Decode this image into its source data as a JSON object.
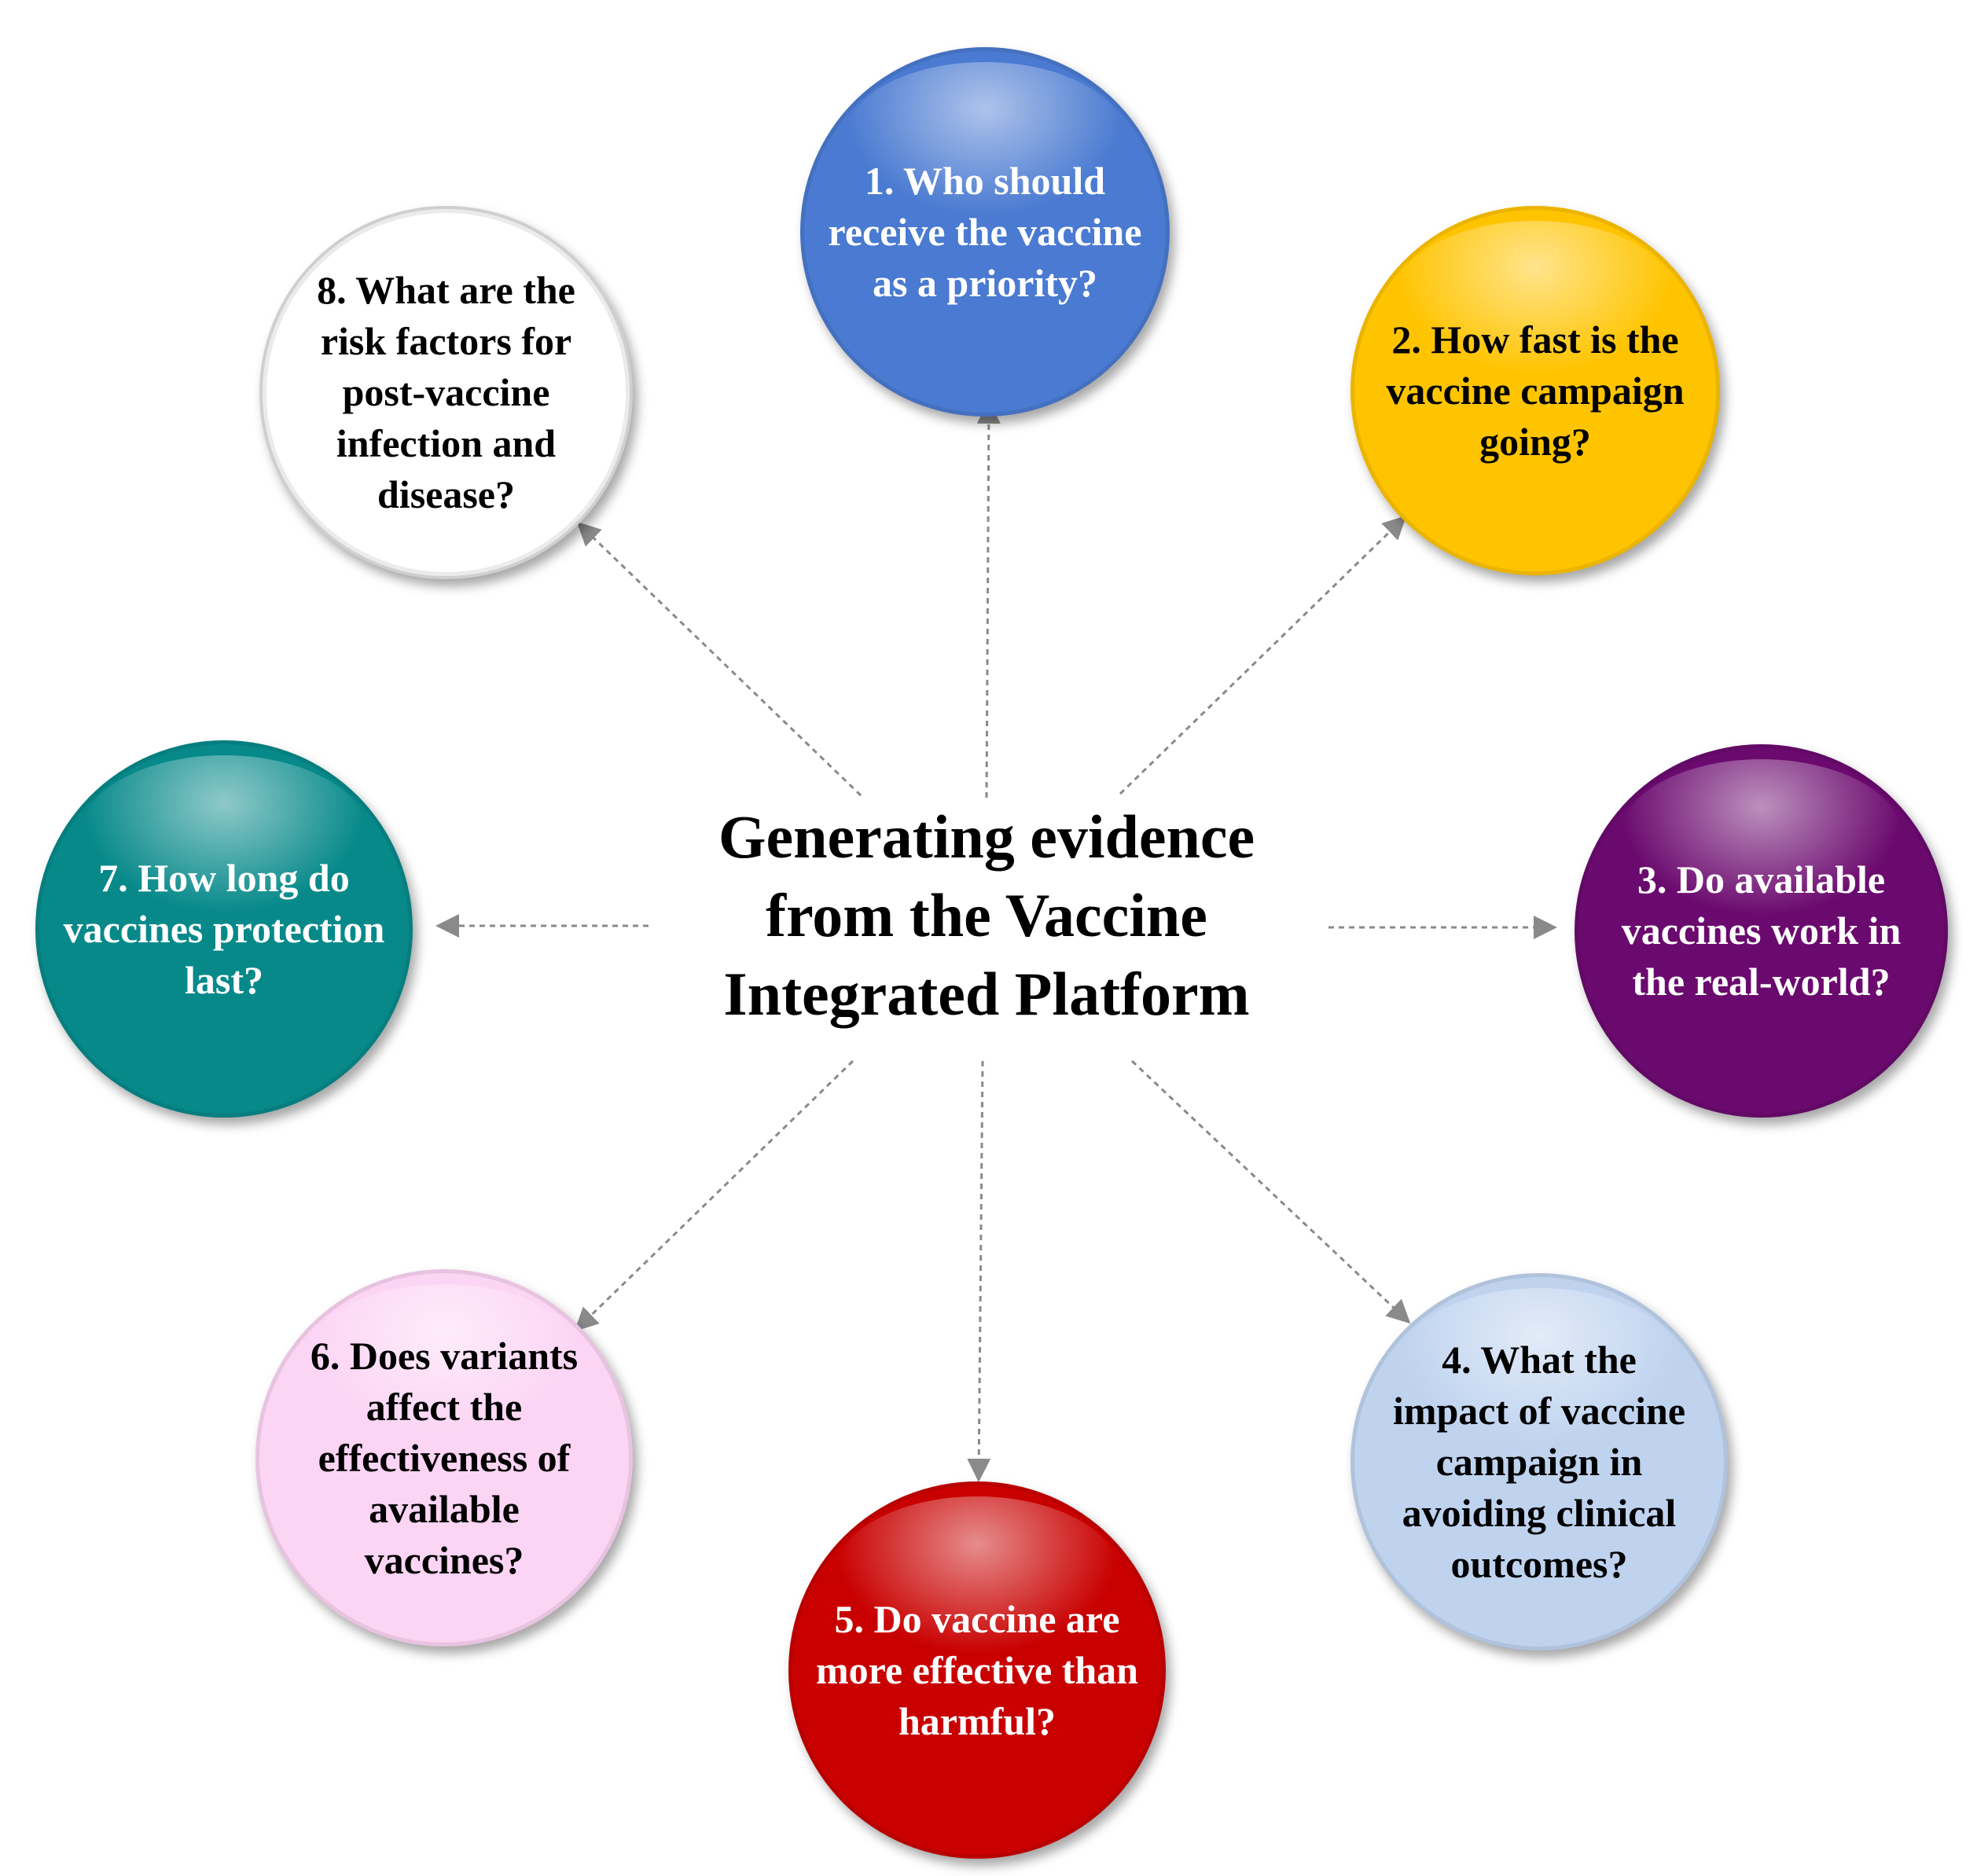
{
  "title_lines": [
    "Generating evidence",
    "from the Vaccine",
    "Integrated Platform"
  ],
  "nodes": [
    {
      "label_lines": [
        "1. Who should",
        "receive the vaccine",
        "as a priority?"
      ],
      "fill": "#4a7ad1",
      "text_color": "#ffffff"
    },
    {
      "label_lines": [
        "2. How fast is the",
        "vaccine campaign",
        "going?"
      ],
      "fill": "#ffc400",
      "text_color": "#000000"
    },
    {
      "label_lines": [
        "3. Do available",
        "vaccines work in",
        "the real-world?"
      ],
      "fill": "#6b0a6e",
      "text_color": "#ffffff"
    },
    {
      "label_lines": [
        "4. What the",
        "impact of vaccine",
        "campaign in",
        "avoiding clinical",
        "outcomes?"
      ],
      "fill": "#bfd3ef",
      "text_color": "#000000"
    },
    {
      "label_lines": [
        "5. Do vaccine are",
        "more effective than",
        "harmful?"
      ],
      "fill": "#c90000",
      "text_color": "#ffffff"
    },
    {
      "label_lines": [
        "6. Does variants",
        "affect the",
        "effectiveness of",
        "available",
        "vaccines?"
      ],
      "fill": "#fcd4f4",
      "text_color": "#000000"
    },
    {
      "label_lines": [
        "7. How long do",
        "vaccines protection",
        "last?"
      ],
      "fill": "#07898a",
      "text_color": "#ffffff"
    },
    {
      "label_lines": [
        "8. What are the",
        "risk factors for",
        "post-vaccine",
        "infection and",
        "disease?"
      ],
      "fill": "#ffffff",
      "text_color": "#000000"
    }
  ],
  "connector_color": "#8a8a8a"
}
